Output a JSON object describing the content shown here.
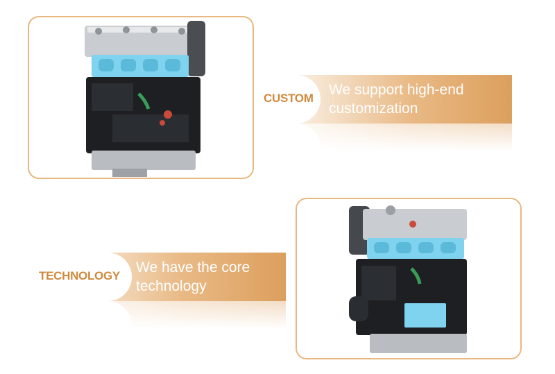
{
  "sections": [
    {
      "tag": "CUSTOM",
      "line1": "We support high-end",
      "line2": "customization"
    },
    {
      "tag": "TECHNOLOGY",
      "line1": "We have the core",
      "line2": "technology"
    }
  ],
  "colors": {
    "accent": "#dc9f5d",
    "accent_text": "#cf8a3d",
    "card_border": "#e8b882",
    "engine_blue": "#7fd3ef"
  },
  "images": [
    {
      "icon": "engine-block-image"
    },
    {
      "icon": "engine-block-image"
    }
  ]
}
